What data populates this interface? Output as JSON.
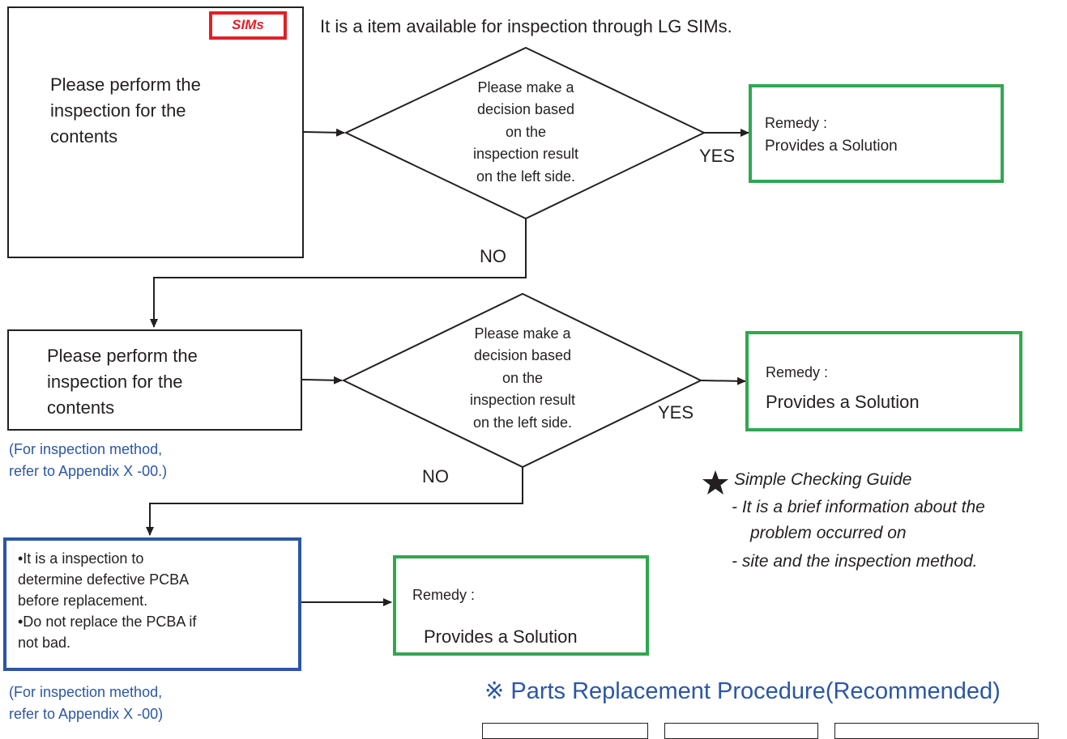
{
  "sims": {
    "badge_label": "SIMs",
    "description": "It is a item available for inspection through LG SIMs."
  },
  "step1": {
    "box_lines": [
      "Please perform the",
      "inspection for the",
      "contents"
    ],
    "decision_lines": [
      "Please make a",
      "decision based",
      "on the",
      "inspection result",
      "on the left side."
    ],
    "yes_label": "YES",
    "no_label": "NO",
    "remedy_label": "Remedy :",
    "remedy_text": "Provides a Solution"
  },
  "step2": {
    "box_lines": [
      "Please perform the",
      "inspection for the",
      "contents"
    ],
    "note_lines": [
      "(For inspection method,",
      "refer to   Appendix X  -00.)"
    ],
    "decision_lines": [
      "Please make a",
      "decision based",
      "on the",
      "inspection result",
      "on the left side."
    ],
    "yes_label": "YES",
    "no_label": "NO",
    "remedy_label": "Remedy :",
    "remedy_text": "Provides a Solution"
  },
  "step3": {
    "box_lines": [
      "•It is a inspection to",
      "determine defective PCBA",
      "before replacement.",
      "•Do not replace the PCBA if",
      "not bad."
    ],
    "note_lines": [
      "(For inspection method,",
      "refer to   Appendix X  -00)"
    ],
    "remedy_label": "Remedy :",
    "remedy_text": "Provides a Solution"
  },
  "guide": {
    "icon": "star-icon",
    "title": "Simple Checking Guide",
    "lines": [
      "- It is a brief information about the",
      "problem occurred on",
      "- site and the inspection method."
    ]
  },
  "parts": {
    "title": "※ Parts Replacement Procedure(Recommended)"
  },
  "colors": {
    "green": "#2fa84f",
    "blue": "#2b56a6",
    "red": "#e21f26",
    "black": "#231f20"
  }
}
